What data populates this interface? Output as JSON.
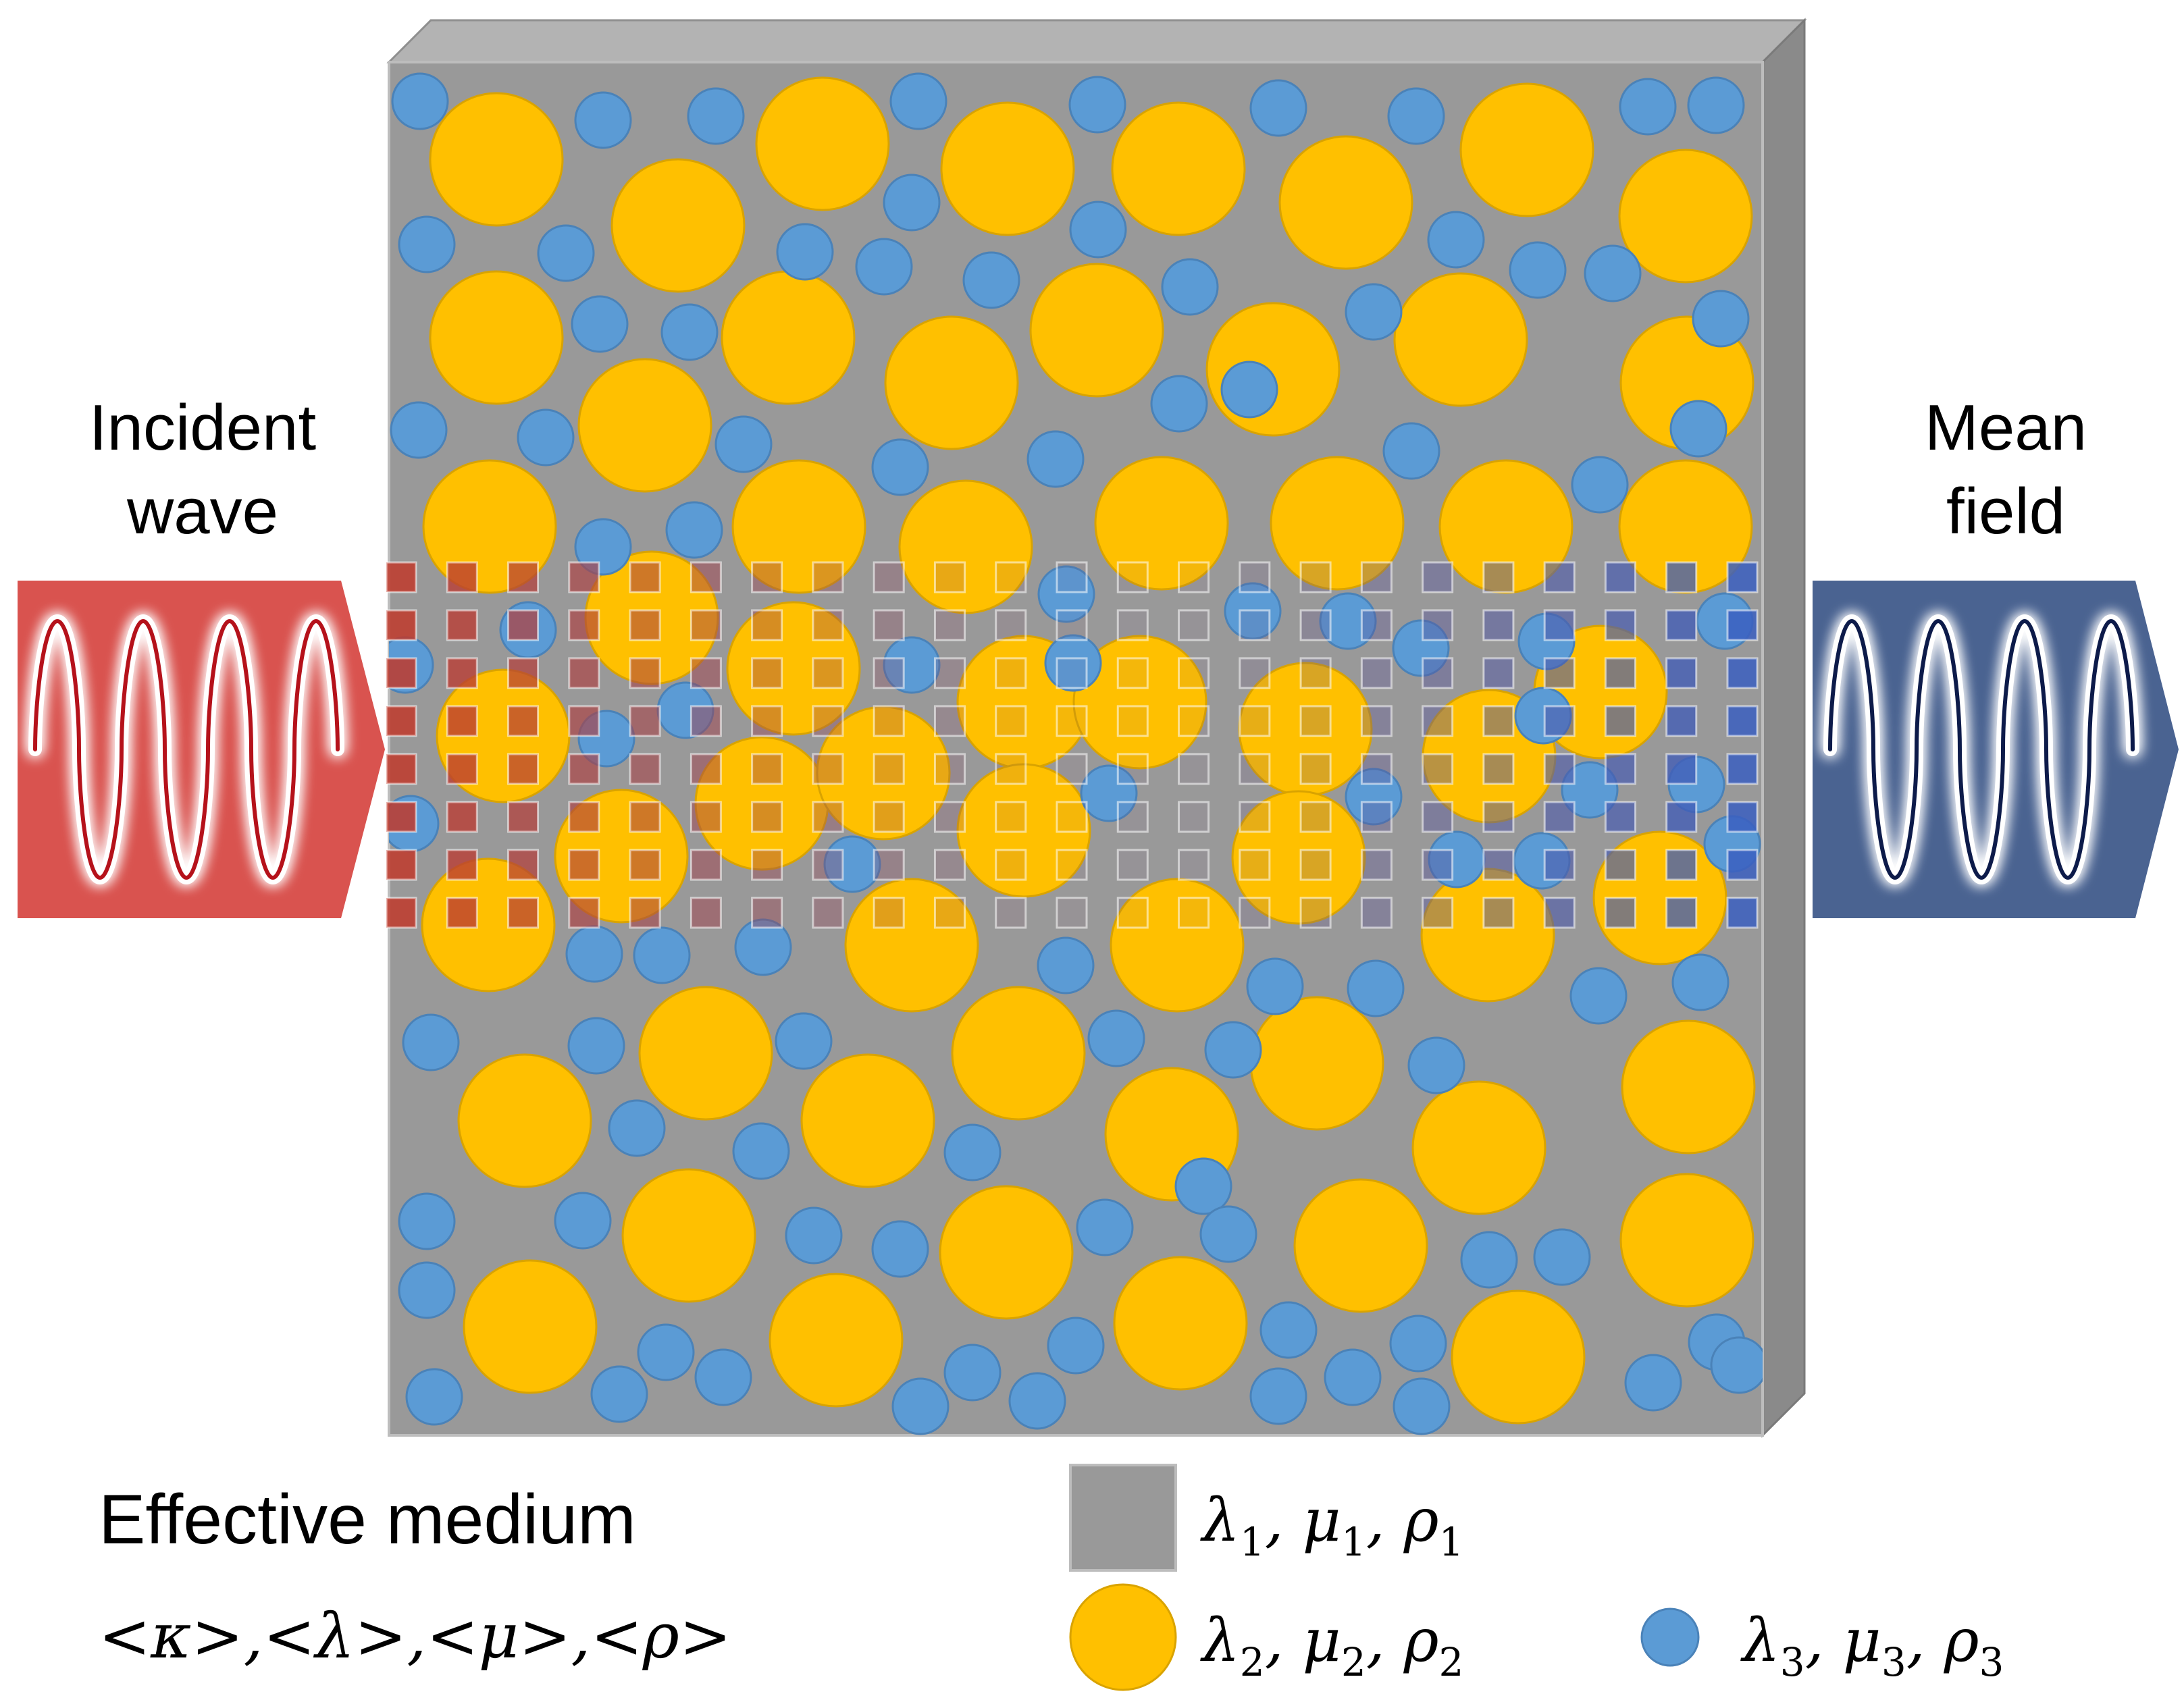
{
  "labels": {
    "incident": [
      "Incident",
      "wave"
    ],
    "mean": [
      "Mean",
      "field"
    ],
    "effective_title": "Effective medium",
    "effective_params": "<κ>,<λ>,<μ>,<ρ>"
  },
  "legend": [
    {
      "shape": "square",
      "color": "#999999",
      "params": [
        "λ",
        "μ",
        "ρ"
      ],
      "index": "1"
    },
    {
      "shape": "large-circle",
      "color": "#FFC000",
      "params": [
        "λ",
        "μ",
        "ρ"
      ],
      "index": "2"
    },
    {
      "shape": "small-circle",
      "color": "#5B9BD5",
      "params": [
        "λ",
        "μ",
        "ρ"
      ],
      "index": "3"
    }
  ],
  "colors": {
    "matrix": "#999999",
    "matrix_top": "#b3b3b3",
    "matrix_side": "#8a8a8a",
    "inclusion_large": "#FFC000",
    "inclusion_small": "#5B9BD5",
    "incident_arrow": "#D9534F",
    "mean_arrow": "#4A6391",
    "grid_start": "#C0392B",
    "grid_end": "#3B5FBF"
  },
  "icons": {
    "incident_wave": "sine-wave-icon",
    "mean_field_wave": "sine-wave-icon"
  }
}
